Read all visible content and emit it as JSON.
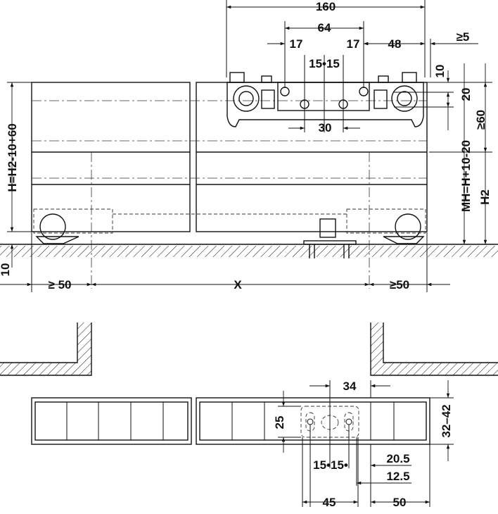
{
  "labels": {
    "d160": "160",
    "d64": "64",
    "d17a": "17",
    "d17b": "17",
    "d48": "48",
    "d5": "≥5",
    "d1515": "15•15",
    "d10top": "10",
    "d20": "20",
    "d30": "30",
    "d60": "≥60",
    "mh": "MH=H+10-20",
    "h2": "H2",
    "hleft": "H=H2-10+60",
    "d10left": "10",
    "d50left": "≥ 50",
    "x": "X",
    "d50right": "≥50",
    "d34": "34",
    "d25": "25",
    "d3242": "32–42",
    "d1515b": "15•15•",
    "d20_5": "20.5",
    "d12_5": "12.5",
    "d45": "45",
    "d50b": "50"
  }
}
